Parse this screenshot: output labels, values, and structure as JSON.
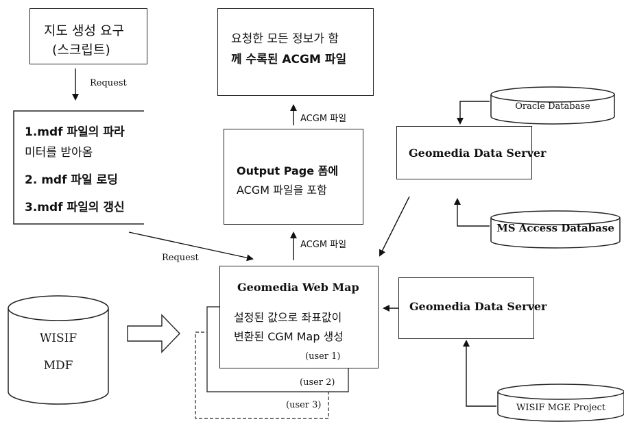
{
  "nodes": {
    "map_request": {
      "line1": "지도 생성 요구",
      "line2": "(스크립트)"
    },
    "mdf_steps": {
      "step1a": "1.mdf 파일의 파라",
      "step1b": "미터를 받아옴",
      "step2": "2. mdf 파일 로딩",
      "step3": "3.mdf 파일의 갱신"
    },
    "result_acgm": {
      "line1": "요청한 모든 정보가 함",
      "line2": "께 수록된 ACGM 파일"
    },
    "output_page": {
      "line1": "Output Page 폼에",
      "line2": "ACGM 파일을 포함"
    },
    "data_server_top": {
      "label": "Geomedia Data Server"
    },
    "data_server_bottom": {
      "label": "Geomedia Data Server"
    },
    "web_map": {
      "title": "Geomedia Web Map",
      "line1": "설정된 값으로 좌표값이",
      "line2": "변환된 CGM Map 생성",
      "user1": "(user 1)",
      "user2": "(user 2)",
      "user3": "(user 3)"
    },
    "oracle_db": {
      "label": "Oracle Database"
    },
    "access_db": {
      "label": "MS Access Database"
    },
    "wisif_mdf": {
      "line1": "WISIF",
      "line2": "MDF"
    },
    "mge_project": {
      "label": "WISIF MGE Project"
    }
  },
  "edges": {
    "request_top": "Request",
    "request_mid": "Request",
    "acgm_upper": "ACGM 파일",
    "acgm_lower": "ACGM 파일"
  }
}
